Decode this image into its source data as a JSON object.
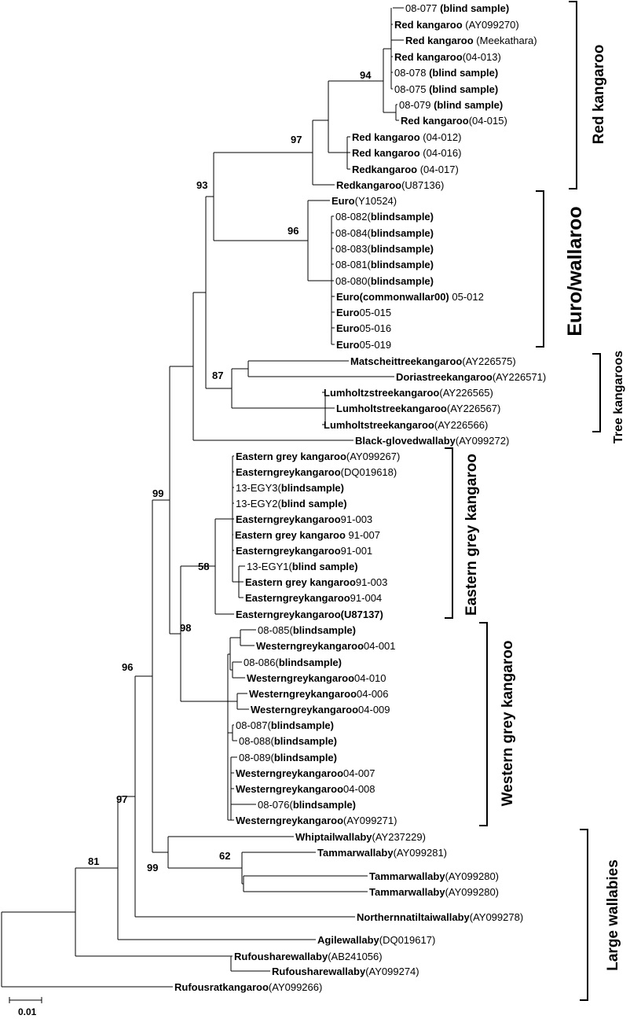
{
  "leaves": [
    {
      "parts": [
        {
          "t": "08-077 ",
          "b": false
        },
        {
          "t": "(blind sample)",
          "b": true
        }
      ]
    },
    {
      "parts": [
        {
          "t": "Red kangaroo",
          "b": true
        },
        {
          "t": " (AY099270)",
          "b": false
        }
      ]
    },
    {
      "parts": [
        {
          "t": "Red kangaroo",
          "b": true
        },
        {
          "t": " (Meekathara)",
          "b": false
        }
      ]
    },
    {
      "parts": [
        {
          "t": "Red kangaroo",
          "b": true
        },
        {
          "t": "(04-013)",
          "b": false
        }
      ]
    },
    {
      "parts": [
        {
          "t": "08-078 ",
          "b": false
        },
        {
          "t": "(blind sample)",
          "b": true
        }
      ]
    },
    {
      "parts": [
        {
          "t": "08-075 ",
          "b": false
        },
        {
          "t": "(blind sample)",
          "b": true
        }
      ]
    },
    {
      "parts": [
        {
          "t": "08-079 ",
          "b": false
        },
        {
          "t": "(blind sample)",
          "b": true
        }
      ]
    },
    {
      "parts": [
        {
          "t": "Red kangaroo",
          "b": true
        },
        {
          "t": "(04-015)",
          "b": false
        }
      ]
    },
    {
      "parts": [
        {
          "t": "Red kangaroo",
          "b": true
        },
        {
          "t": " (04-012)",
          "b": false
        }
      ]
    },
    {
      "parts": [
        {
          "t": "Red kangaroo",
          "b": true
        },
        {
          "t": " (04-016)",
          "b": false
        }
      ]
    },
    {
      "parts": [
        {
          "t": "Redkangaroo",
          "b": true
        },
        {
          "t": " (04-017)",
          "b": false
        }
      ]
    },
    {
      "parts": [
        {
          "t": "Redkangaroo",
          "b": true
        },
        {
          "t": "(U87136)",
          "b": false
        }
      ]
    },
    {
      "parts": [
        {
          "t": "Euro",
          "b": true
        },
        {
          "t": "(Y10524)",
          "b": false
        }
      ]
    },
    {
      "parts": [
        {
          "t": "08-082(",
          "b": false
        },
        {
          "t": "blindsample)",
          "b": true
        }
      ]
    },
    {
      "parts": [
        {
          "t": "08-084(",
          "b": false
        },
        {
          "t": "blindsample)",
          "b": true
        }
      ]
    },
    {
      "parts": [
        {
          "t": "08-083(",
          "b": false
        },
        {
          "t": "blindsample)",
          "b": true
        }
      ]
    },
    {
      "parts": [
        {
          "t": "08-081(",
          "b": false
        },
        {
          "t": "blindsample)",
          "b": true
        }
      ]
    },
    {
      "parts": [
        {
          "t": "08-080(",
          "b": false
        },
        {
          "t": "blindsample)",
          "b": true
        }
      ]
    },
    {
      "parts": [
        {
          "t": "Euro(commonwallar00)",
          "b": true
        },
        {
          "t": " 05-012",
          "b": false
        }
      ]
    },
    {
      "parts": [
        {
          "t": "Euro",
          "b": true
        },
        {
          "t": "05-015",
          "b": false
        }
      ]
    },
    {
      "parts": [
        {
          "t": "Euro",
          "b": true
        },
        {
          "t": "05-016",
          "b": false
        }
      ]
    },
    {
      "parts": [
        {
          "t": "Euro",
          "b": true
        },
        {
          "t": "05-019",
          "b": false
        }
      ]
    },
    {
      "parts": [
        {
          "t": "Matscheittreekangaroo",
          "b": true
        },
        {
          "t": "(AY226575)",
          "b": false
        }
      ]
    },
    {
      "parts": [
        {
          "t": "Doriastreekangaroo",
          "b": true
        },
        {
          "t": "(AY226571)",
          "b": false
        }
      ]
    },
    {
      "parts": [
        {
          "t": "Lumholtzstreekangaroo",
          "b": true
        },
        {
          "t": "(AY226565)",
          "b": false
        }
      ]
    },
    {
      "parts": [
        {
          "t": "Lumholtstreekangaroo",
          "b": true
        },
        {
          "t": "(AY226567)",
          "b": false
        }
      ]
    },
    {
      "parts": [
        {
          "t": "Lumholtstreekangaroo",
          "b": true
        },
        {
          "t": "(AY226566)",
          "b": false
        }
      ]
    },
    {
      "parts": [
        {
          "t": "Black-glovedwallaby",
          "b": true
        },
        {
          "t": "(AY099272)",
          "b": false
        }
      ]
    },
    {
      "parts": [
        {
          "t": "Eastern grey kangaroo",
          "b": true
        },
        {
          "t": "(AY099267)",
          "b": false
        }
      ]
    },
    {
      "parts": [
        {
          "t": "Easterngreykangaroo",
          "b": true
        },
        {
          "t": "(DQ019618)",
          "b": false
        }
      ]
    },
    {
      "parts": [
        {
          "t": "13-EGY3(",
          "b": false
        },
        {
          "t": "blindsample)",
          "b": true
        }
      ]
    },
    {
      "parts": [
        {
          "t": "13-EGY2(",
          "b": false
        },
        {
          "t": "blind sample)",
          "b": true
        }
      ]
    },
    {
      "parts": [
        {
          "t": "Easterngreykangaroo",
          "b": true
        },
        {
          "t": "91-003",
          "b": false
        }
      ]
    },
    {
      "parts": [
        {
          "t": "Eastern grey kangaroo",
          "b": true
        },
        {
          "t": " 91-007",
          "b": false
        }
      ]
    },
    {
      "parts": [
        {
          "t": "Easterngreykangaroo",
          "b": true
        },
        {
          "t": "91-001",
          "b": false
        }
      ]
    },
    {
      "parts": [
        {
          "t": "13-EGY1(",
          "b": false
        },
        {
          "t": "blind sample)",
          "b": true
        }
      ]
    },
    {
      "parts": [
        {
          "t": "Eastern grey kangaroo",
          "b": true
        },
        {
          "t": "91-003",
          "b": false
        }
      ]
    },
    {
      "parts": [
        {
          "t": "Easterngreykangaroo",
          "b": true
        },
        {
          "t": "91-004",
          "b": false
        }
      ]
    },
    {
      "parts": [
        {
          "t": "Easterngreykangaroo",
          "b": true
        },
        {
          "t": "(U87137)",
          "b": true
        }
      ]
    },
    {
      "parts": [
        {
          "t": "08-085(",
          "b": false
        },
        {
          "t": "blindsample)",
          "b": true
        }
      ]
    },
    {
      "parts": [
        {
          "t": "Westerngreykangaroo",
          "b": true
        },
        {
          "t": "04-001",
          "b": false
        }
      ]
    },
    {
      "parts": [
        {
          "t": "08-086(",
          "b": false
        },
        {
          "t": "blindsample)",
          "b": true
        }
      ]
    },
    {
      "parts": [
        {
          "t": "Westerngreykangaroo",
          "b": true
        },
        {
          "t": "04-010",
          "b": false
        }
      ]
    },
    {
      "parts": [
        {
          "t": "Westerngreykangaroo",
          "b": true
        },
        {
          "t": "04-006",
          "b": false
        }
      ]
    },
    {
      "parts": [
        {
          "t": "Westerngreykangaroo",
          "b": true
        },
        {
          "t": "04-009",
          "b": false
        }
      ]
    },
    {
      "parts": [
        {
          "t": "08-087(",
          "b": false
        },
        {
          "t": "blindsample)",
          "b": true
        }
      ]
    },
    {
      "parts": [
        {
          "t": "08-088(",
          "b": false
        },
        {
          "t": "blindsample)",
          "b": true
        }
      ]
    },
    {
      "parts": [
        {
          "t": "08-089(",
          "b": false
        },
        {
          "t": "blindsample)",
          "b": true
        }
      ]
    },
    {
      "parts": [
        {
          "t": "Westerngreykangaroo",
          "b": true
        },
        {
          "t": "04-007",
          "b": false
        }
      ]
    },
    {
      "parts": [
        {
          "t": "Westerngreykangaroo",
          "b": true
        },
        {
          "t": "04-008",
          "b": false
        }
      ]
    },
    {
      "parts": [
        {
          "t": "08-076(",
          "b": false
        },
        {
          "t": "blindsample)",
          "b": true
        }
      ]
    },
    {
      "parts": [
        {
          "t": "Westerngreykangaroo",
          "b": true
        },
        {
          "t": "(AY099271)",
          "b": false
        }
      ]
    },
    {
      "parts": [
        {
          "t": "Whiptailwallaby",
          "b": true
        },
        {
          "t": "(AY237229)",
          "b": false
        }
      ]
    },
    {
      "parts": [
        {
          "t": "Tammarwallaby",
          "b": true
        },
        {
          "t": "(AY099281)",
          "b": false
        }
      ]
    },
    {
      "parts": [
        {
          "t": "Tammarwallaby",
          "b": true
        },
        {
          "t": "(AY099280)",
          "b": false
        }
      ]
    },
    {
      "parts": [
        {
          "t": "Tammarwallaby",
          "b": true
        },
        {
          "t": "(AY099280)",
          "b": false
        }
      ]
    },
    {
      "parts": [
        {
          "t": "Northernnatiltaiwallaby",
          "b": true
        },
        {
          "t": "(AY099278)",
          "b": false
        }
      ]
    },
    {
      "parts": [
        {
          "t": "Agilewallaby",
          "b": true
        },
        {
          "t": "(DQ019617)",
          "b": false
        }
      ]
    },
    {
      "parts": [
        {
          "t": "Rufousharewallaby",
          "b": true
        },
        {
          "t": "(AB241056)",
          "b": false
        }
      ]
    },
    {
      "parts": [
        {
          "t": "Rufousharewallaby",
          "b": true
        },
        {
          "t": "(AY099274)",
          "b": false
        }
      ]
    },
    {
      "parts": [
        {
          "t": "Rufousratkangaroo",
          "b": true
        },
        {
          "t": "(AY099266)",
          "b": false
        }
      ]
    }
  ],
  "bootstrap_values": [
    "94",
    "97",
    "93",
    "96",
    "87",
    "99",
    "58",
    "98",
    "96",
    "97",
    "81",
    "99",
    "62"
  ],
  "clades": [
    "Red kangaroo",
    "Euro/wallaroo",
    "Tree kangaroos",
    "Eastern grey kangaroo",
    "Western grey kangaroo",
    "Large wallabies"
  ],
  "scale_bar": {
    "label": "0.01"
  }
}
